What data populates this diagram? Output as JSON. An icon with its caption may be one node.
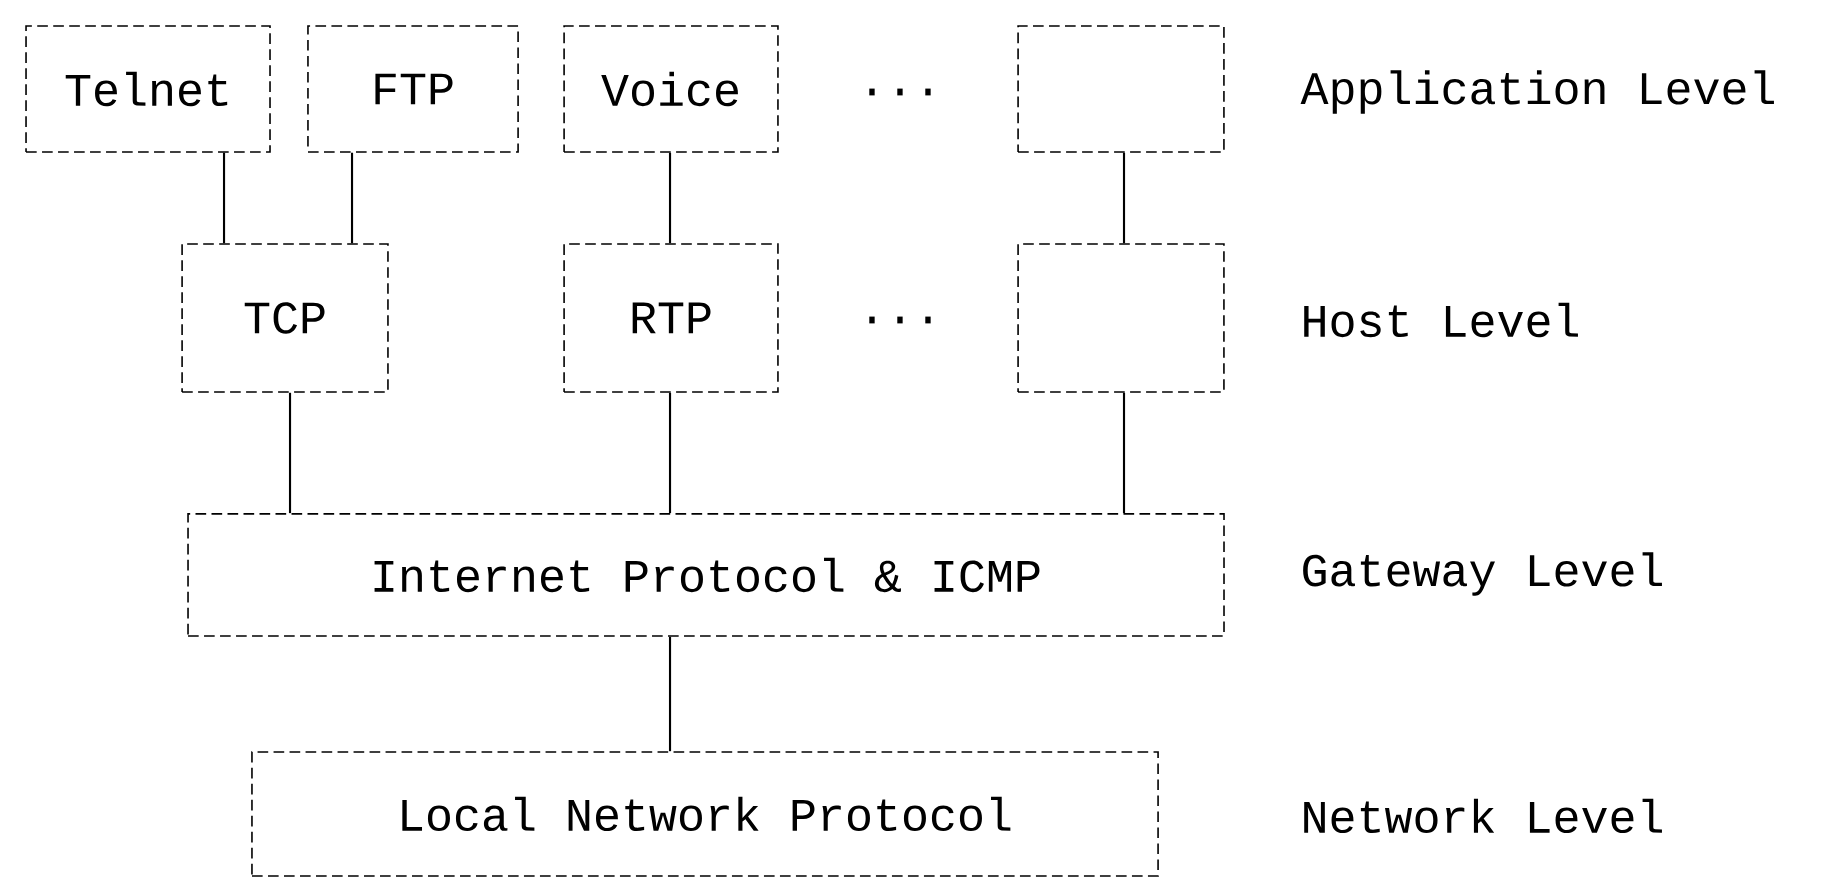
{
  "diagram": {
    "nodes": [
      {
        "text": [
          "Telnet"
        ]
      },
      {
        "text": [
          "FTP"
        ]
      },
      {
        "text": [
          "Voice"
        ]
      },
      {
        "text": [],
        "shape": "box"
      },
      {
        "text": [
          "TCP"
        ]
      },
      {
        "text": [
          "RTP"
        ]
      },
      {
        "text": [],
        "shape": "box"
      },
      {
        "text": [
          "Internet Protocol & ICMP"
        ]
      },
      {
        "text": [
          "Local Network Protocol"
        ]
      }
    ],
    "edges": [
      {
        "from": 0,
        "to": 4,
        "arrow": "none"
      },
      {
        "from": 1,
        "to": 4,
        "arrow": "none"
      },
      {
        "from": 2,
        "to": 5,
        "arrow": "none"
      },
      {
        "from": 3,
        "to": 6,
        "arrow": "none"
      },
      {
        "from": 4,
        "to": 7,
        "arrow": "none"
      },
      {
        "from": 5,
        "to": 7,
        "arrow": "none"
      },
      {
        "from": 6,
        "to": 7,
        "arrow": "none"
      },
      {
        "from": 7,
        "to": 8,
        "arrow": "none"
      }
    ],
    "labels": [
      "...",
      "Application Level",
      "...",
      "Host Level",
      "Gateway Level",
      "Network Level"
    ]
  }
}
